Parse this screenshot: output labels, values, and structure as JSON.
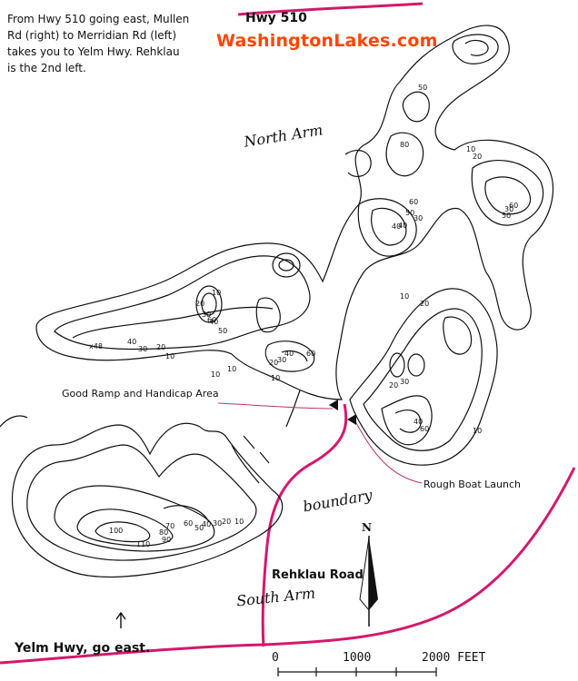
{
  "labels": {
    "directions": "From Hwy 510 going east, Mullen\nRd (right) to Merridian Rd (left)\ntakes you to Yelm Hwy. Rehklau\nis the 2nd left.",
    "hwy510": "Hwy 510",
    "site": "WashingtonLakes.com",
    "north_arm": "North Arm",
    "south_arm": "South Arm",
    "boundary": "boundary",
    "good_ramp": "Good Ramp and Handicap Area",
    "rough_launch": "Rough Boat Launch",
    "rehklau_road": "Rehklau Road",
    "yelm_hwy": "Yelm Hwy, go east.",
    "north": "N"
  },
  "scale_bar": {
    "ticks": [
      "0",
      "1000",
      "2000 FEET"
    ]
  },
  "depths": [
    "10",
    "20",
    "30",
    "40",
    "x48",
    "10",
    "20",
    "30",
    "40",
    "50",
    "60",
    "10",
    "10",
    "20",
    "30",
    "40",
    "60",
    "10",
    "20",
    "30",
    "40",
    "50",
    "60",
    "40",
    "80",
    "50",
    "10",
    "20",
    "30",
    "50",
    "60",
    "100",
    "110",
    "90",
    "80",
    "70",
    "60",
    "50",
    "40",
    "30",
    "20",
    "10",
    "10",
    "20",
    "30",
    "40",
    "60",
    "10"
  ],
  "colors": {
    "road": "#d4186c",
    "site": "#ff4500",
    "contour": "#111111"
  }
}
